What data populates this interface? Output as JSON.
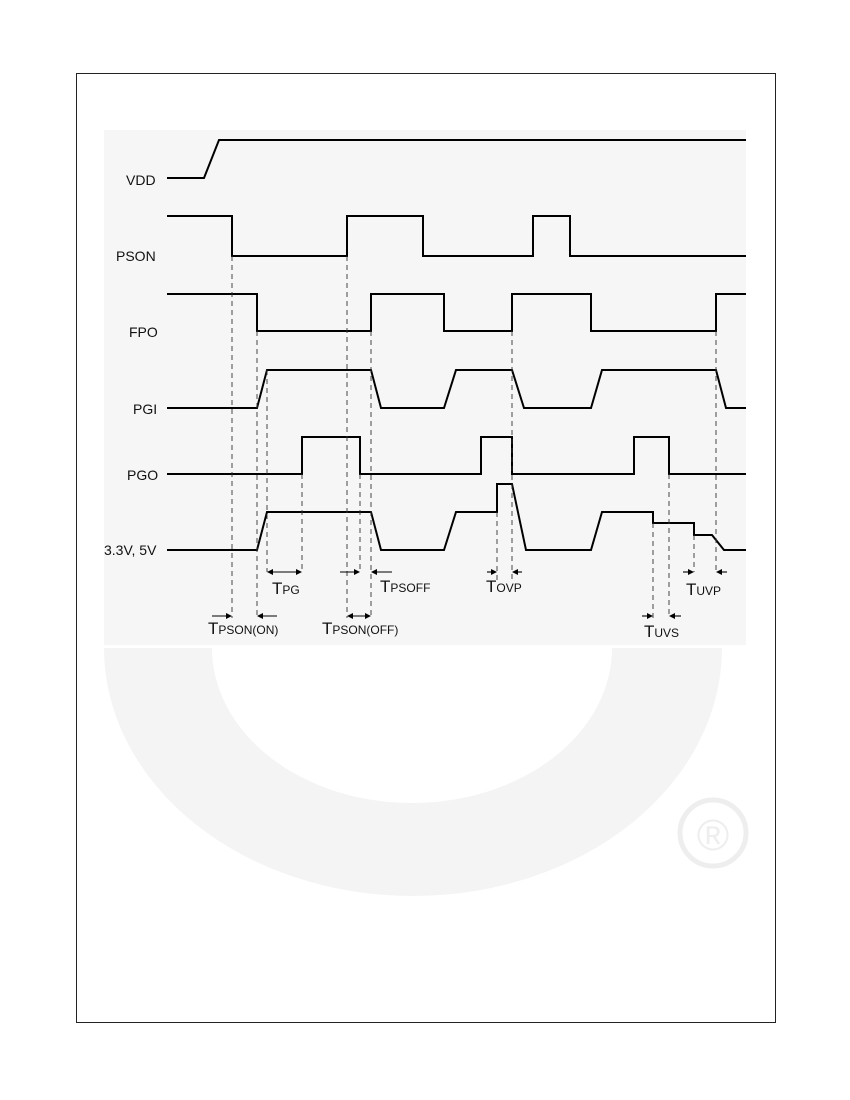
{
  "diagram": {
    "signals": {
      "vdd": "VDD",
      "pson": "PSON",
      "fpo": "FPO",
      "pgi": "PGI",
      "pgo": "PGO",
      "rails": "3.3V, 5V"
    },
    "timings": {
      "tpg": {
        "main": "T",
        "sub": "PG"
      },
      "tpsoff": {
        "main": "T",
        "sub": "PSOFF"
      },
      "tovp": {
        "main": "T",
        "sub": "OVP"
      },
      "tuvp": {
        "main": "T",
        "sub": "UVP"
      },
      "tpson_on": {
        "main": "T",
        "sub": "PSON(ON)"
      },
      "tpson_off": {
        "main": "T",
        "sub": "PSON(OFF)"
      },
      "tuvs": {
        "main": "T",
        "sub": "UVS"
      }
    },
    "watermark": {
      "mark": "®",
      "color": "#f2f2f2"
    }
  }
}
